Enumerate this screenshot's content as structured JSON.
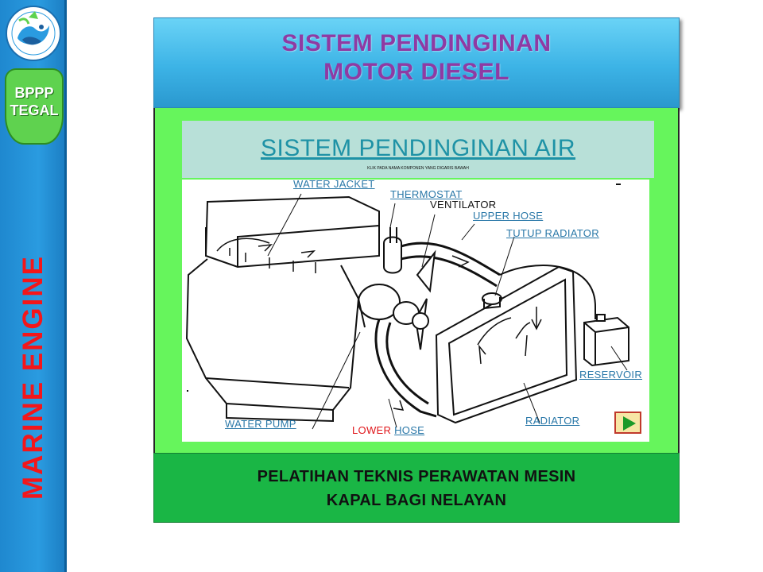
{
  "sidebar": {
    "badge_line1": "BPPP",
    "badge_line2": "TEGAL",
    "vertical_title": "MARINE ENGINE",
    "logo_icon": "fish-logo-icon"
  },
  "header": {
    "line1": "SISTEM PENDINGINAN",
    "line2": "MOTOR DIESEL"
  },
  "panel": {
    "title": "SISTEM PENDINGINAN AIR",
    "subtitle": "KLIK PADA NAMA KOMPONEN YANG DIGARIS BAWAH",
    "labels": {
      "water_jacket": "WATER JACKET",
      "thermostat": "THERMOSTAT",
      "ventilator": "VENTILATOR",
      "upper_hose": "UPPER HOSE",
      "tutup_radiator": "TUTUP RADIATOR",
      "reservoir": "RESERVOIR",
      "radiator": "RADIATOR",
      "water_pump": "WATER PUMP",
      "lower": "LOWER",
      "hose": "HOSE"
    },
    "next_icon": "play-next-icon"
  },
  "footer": {
    "line1": "PELATIHAN TEKNIS PERAWATAN MESIN",
    "line2": "KAPAL BAGI NELAYAN"
  },
  "colors": {
    "sidebar_blue": "#2a9be0",
    "badge_green": "#5fd24f",
    "header_title": "#8f3aa3",
    "panel_green": "#66f55c",
    "link_blue": "#2a78a8",
    "lower_red": "#e0161a",
    "footer_green": "#1ab645",
    "marine_red": "#f4161a"
  }
}
